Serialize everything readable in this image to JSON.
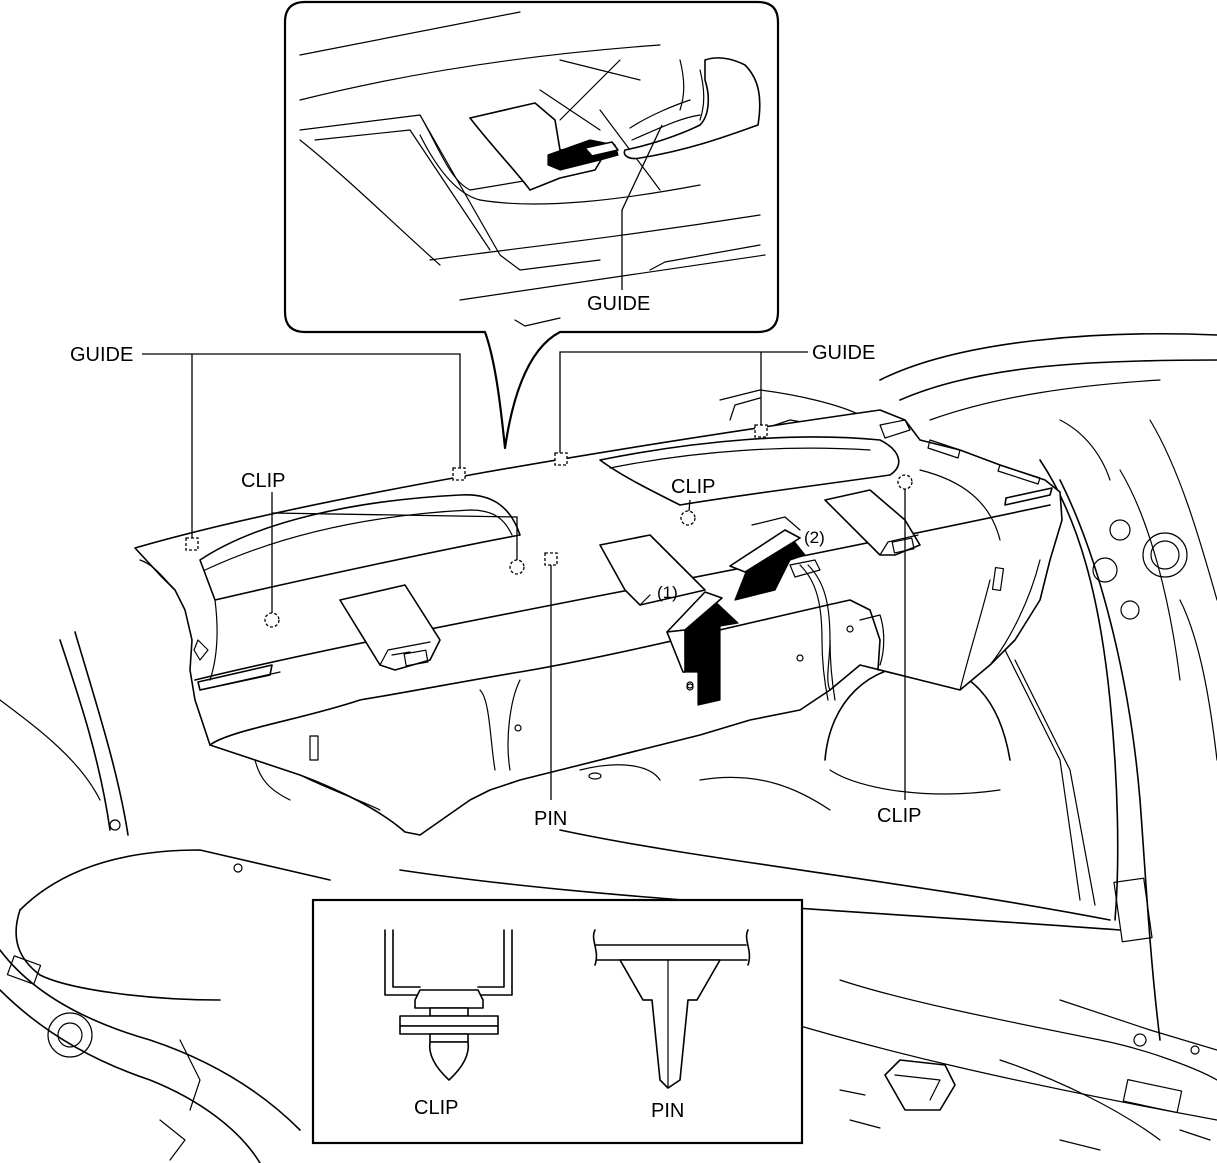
{
  "labels": {
    "guide_detail": "GUIDE",
    "guide_left": "GUIDE",
    "guide_right": "GUIDE",
    "clip_left": "CLIP",
    "clip_center": "CLIP",
    "clip_right": "CLIP",
    "pin_main": "PIN",
    "step_1": "(1)",
    "step_2": "(2)",
    "clip_inset": "CLIP",
    "pin_inset": "PIN"
  }
}
